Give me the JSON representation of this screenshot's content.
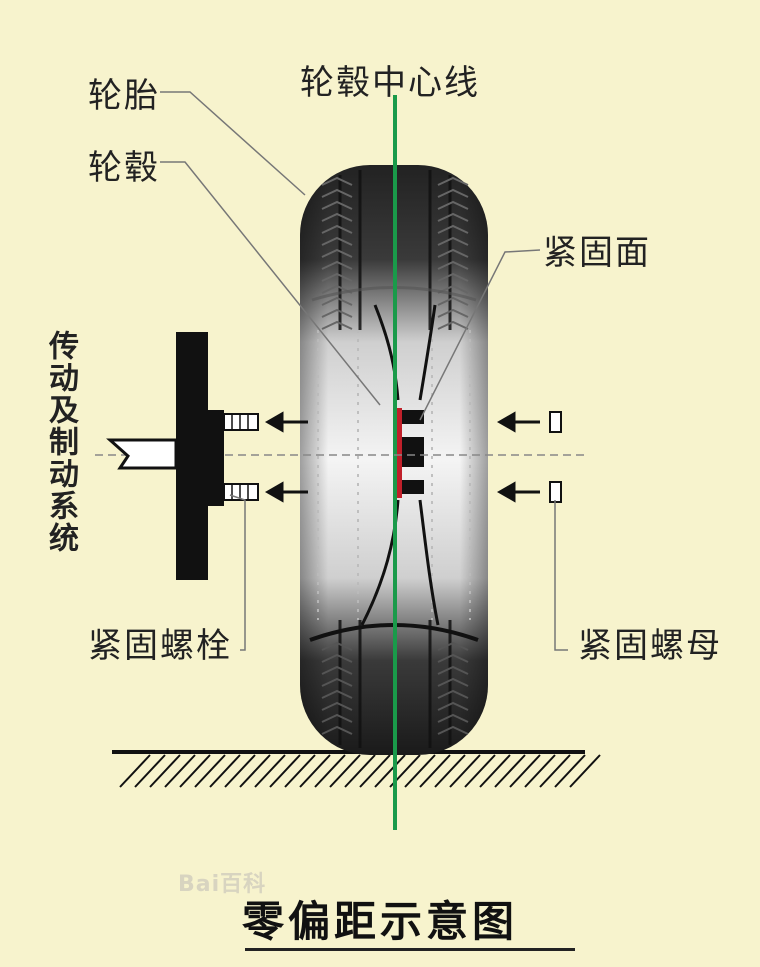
{
  "labels": {
    "tire": "轮胎",
    "hub": "轮毂",
    "hub_center_line": "轮毂中心线",
    "mounting_face": "紧固面",
    "drive_brake_system": "传动及制动系统",
    "fastening_bolt": "紧固螺栓",
    "fastening_nut": "紧固螺母"
  },
  "title": "零偏距示意图",
  "watermark": "Bai百科",
  "colors": {
    "background": "#f7f3cd",
    "center_line": "#1a9a4a",
    "mounting_face": "#c0202a",
    "tire_dark": "#1e1e1e",
    "tire_light": "#e6e6e6"
  }
}
